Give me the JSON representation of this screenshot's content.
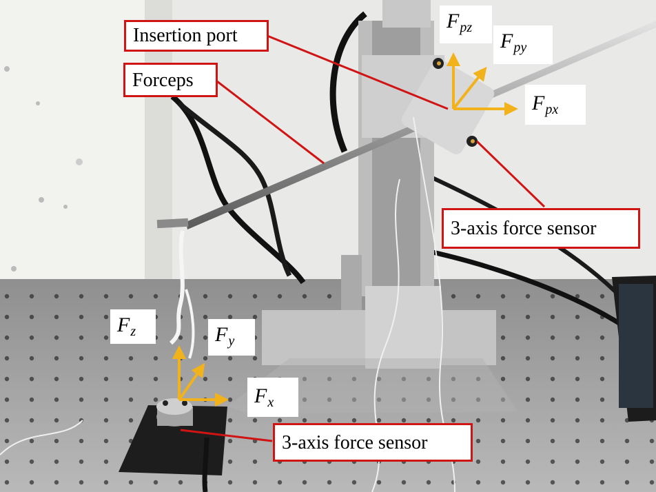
{
  "callouts": {
    "insertion_port": "Insertion port",
    "forceps": "Forceps",
    "sensor_top": "3-axis force sensor",
    "sensor_bottom": "3-axis force sensor"
  },
  "forces": {
    "pz": {
      "base": "F",
      "sub": "pz"
    },
    "py": {
      "base": "F",
      "sub": "py"
    },
    "px": {
      "base": "F",
      "sub": "px"
    },
    "z": {
      "base": "F",
      "sub": "z"
    },
    "y": {
      "base": "F",
      "sub": "y"
    },
    "x": {
      "base": "F",
      "sub": "x"
    }
  },
  "colors": {
    "callout_border": "#d01414",
    "leader_line": "#d01414",
    "axis_arrow": "#f2b21c"
  }
}
